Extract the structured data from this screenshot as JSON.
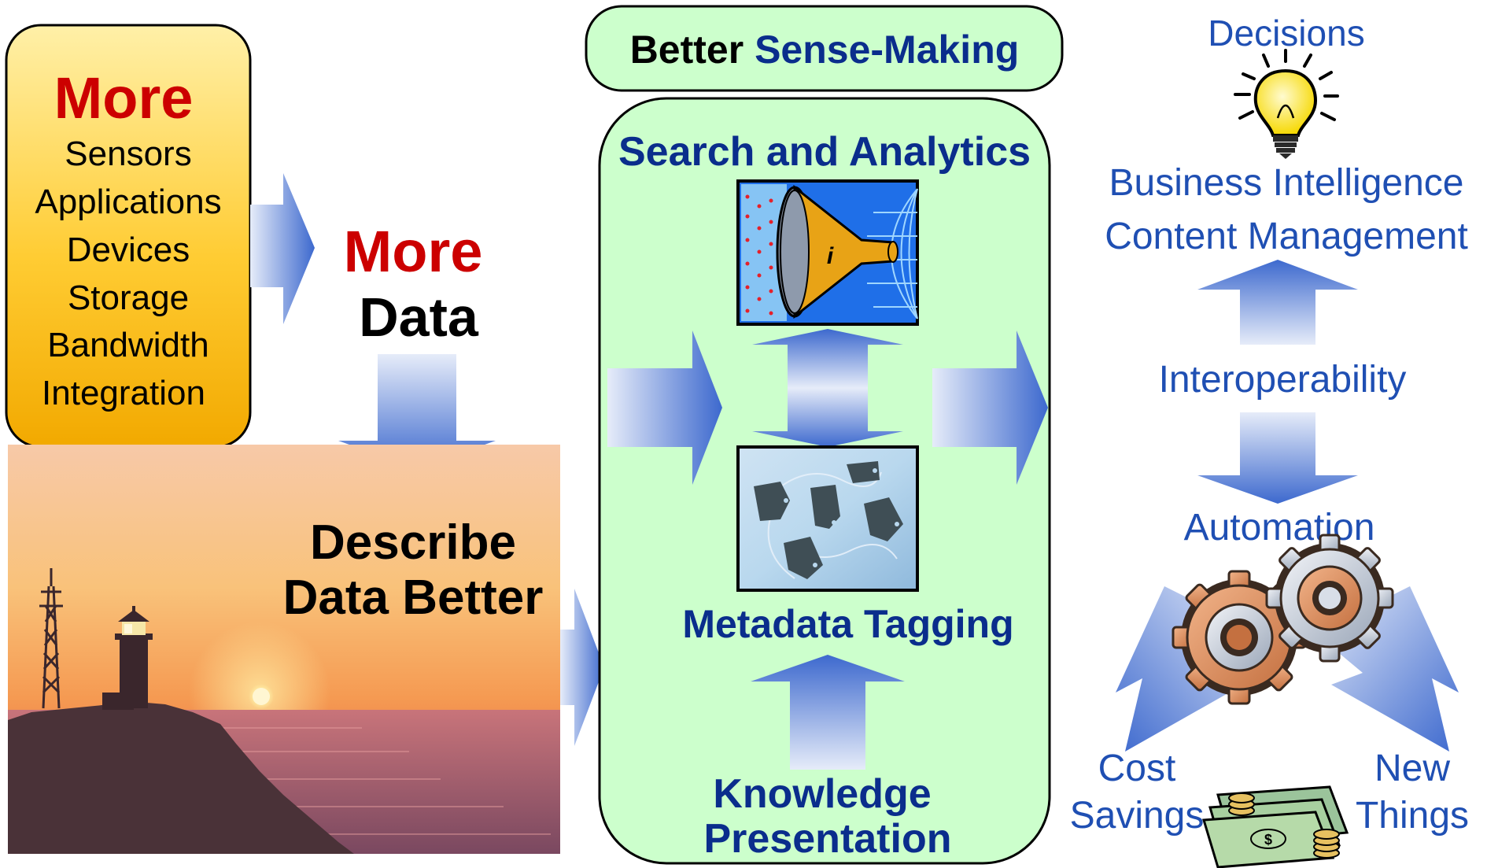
{
  "colors": {
    "red": "#CC0000",
    "navy": "#0A2D8C",
    "bright_blue": "#1F4FB3",
    "black": "#000000",
    "panel_green": "#CCFFCC",
    "amber_top": "#FFE680",
    "amber_bottom": "#F5B400",
    "arrow_light": "#DDE6F7",
    "arrow_dark": "#3E6AD0"
  },
  "sources_box": {
    "heading": "More",
    "items": [
      "Sensors",
      "Applications",
      "Devices",
      "Storage",
      "Bandwidth",
      "Integration"
    ]
  },
  "more_data": {
    "line1": "More",
    "line2": "Data"
  },
  "describe": {
    "line1": "Describe",
    "line2": "Data Better"
  },
  "sense_making": {
    "word1": "Better",
    "word2": "Sense-Making"
  },
  "center_panel": {
    "search_label": "Search and Analytics",
    "metadata_label": "Metadata Tagging",
    "knowledge_line1": "Knowledge",
    "knowledge_line2": "Presentation"
  },
  "right_column": {
    "decisions": "Decisions",
    "bi_line1": "Business Intelligence",
    "bi_line2": "Content Management",
    "interoperability": "Interoperability",
    "automation": "Automation",
    "cost_line1": "Cost",
    "cost_line2": "Savings",
    "new_line1": "New",
    "new_line2": "Things"
  },
  "icons": {
    "funnel": "funnel-filter-icon",
    "tags": "metadata-tags-icon",
    "bulb": "lightbulb-icon",
    "gears": "gears-icon",
    "money": "money-stack-icon",
    "photo": "lighthouse-sunset-photo"
  }
}
